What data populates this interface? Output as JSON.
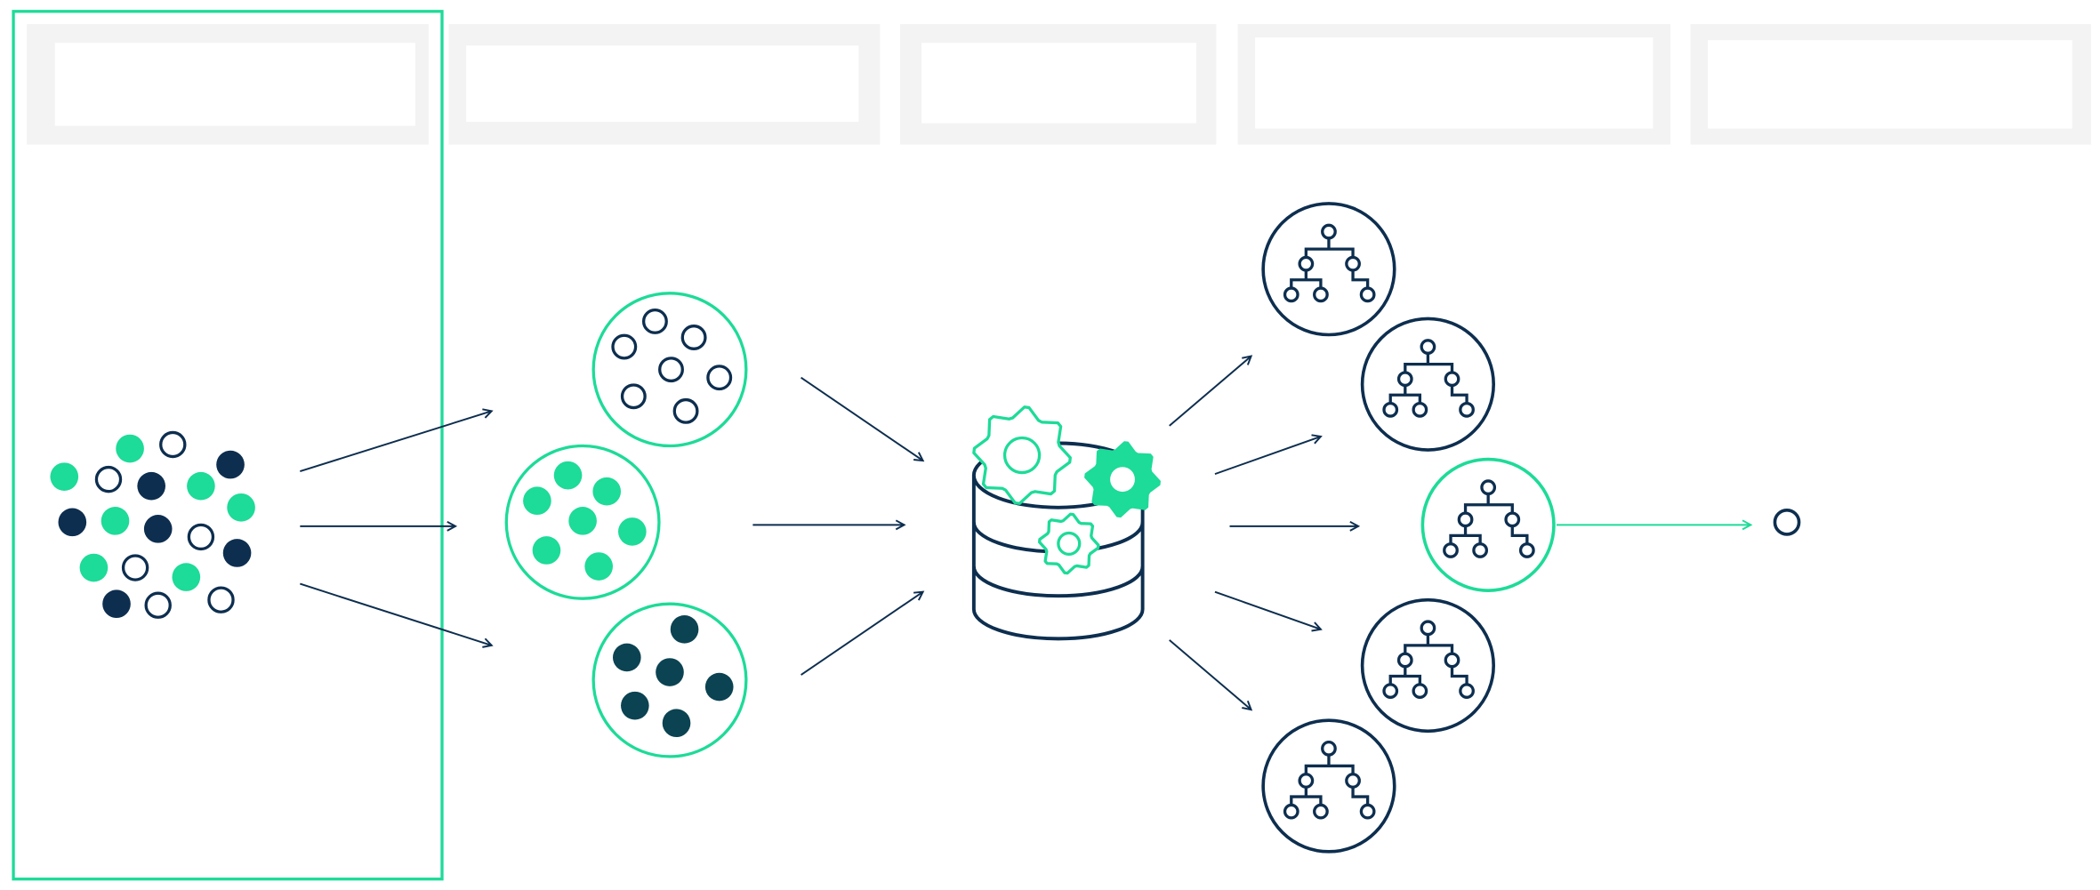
{
  "colors": {
    "accent": "#1ddb98",
    "dark": "#0d2e4f",
    "teal_dark": "#0b4352",
    "header_gray": "#f3f3f3",
    "background": "#ffffff"
  },
  "header_columns": [
    {
      "label": ""
    },
    {
      "label": ""
    },
    {
      "label": ""
    },
    {
      "label": ""
    },
    {
      "label": ""
    }
  ],
  "icons": [
    "mixed-data-points",
    "data-subset-circle",
    "database-icon",
    "gear-icon",
    "decision-tree-icon",
    "output-point-icon",
    "arrow-icon"
  ],
  "highlight": {
    "column": 1
  }
}
